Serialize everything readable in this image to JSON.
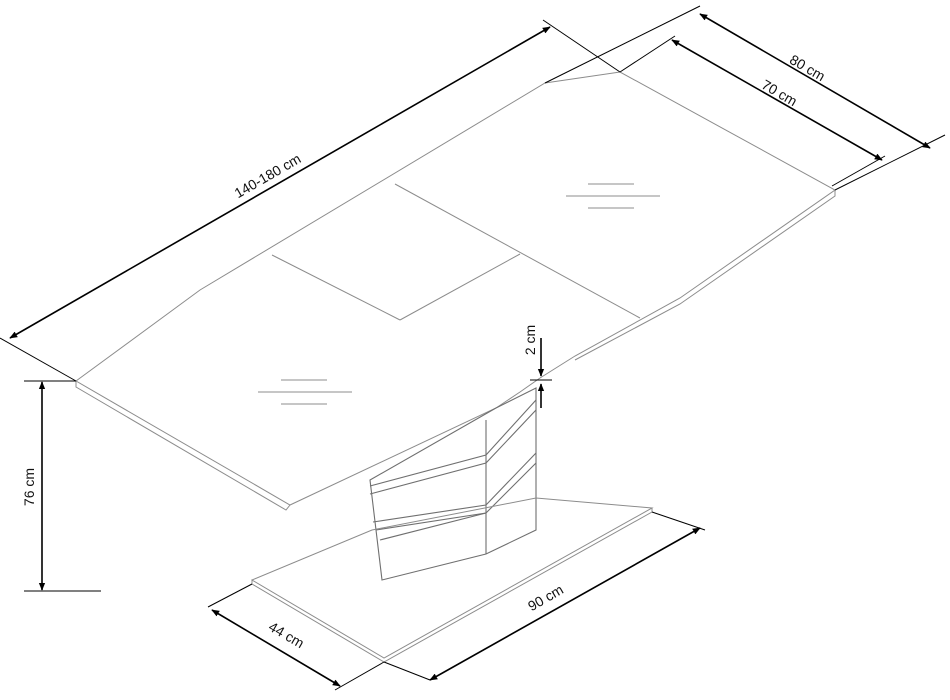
{
  "dimensions": {
    "length": "140-180 cm",
    "width_outer": "80 cm",
    "width_inner": "70 cm",
    "thickness": "2 cm",
    "height": "76 cm",
    "base_depth": "44 cm",
    "base_length": "90 cm"
  },
  "colors": {
    "outline": "#8c8c8c",
    "dimension_line": "#000000",
    "background": "#ffffff"
  }
}
